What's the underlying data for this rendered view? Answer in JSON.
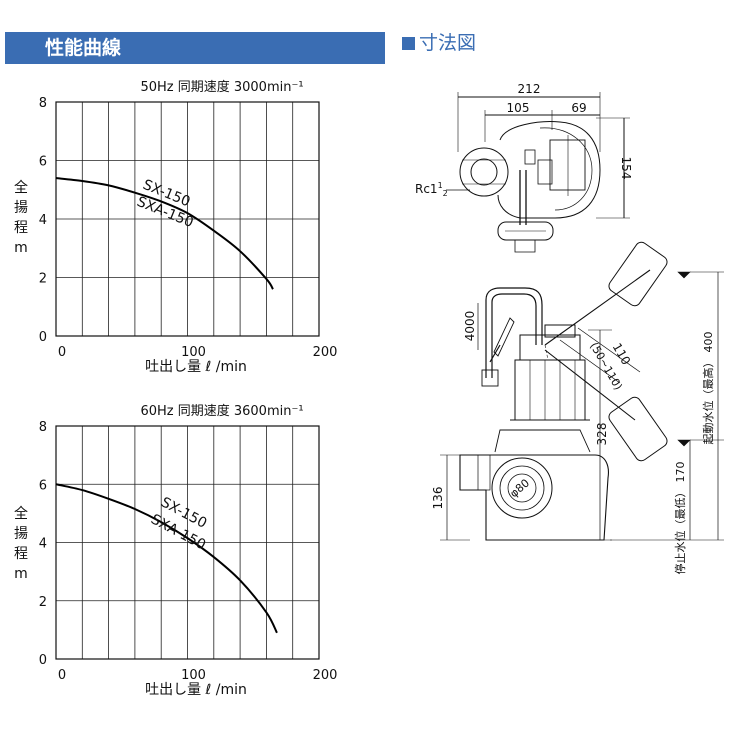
{
  "header": {
    "title": "性能曲線"
  },
  "dimension_section": {
    "title": "寸法図"
  },
  "chart_data": [
    {
      "type": "line",
      "title": "50Hz  同期速度 3000min⁻¹",
      "xlabel": "吐出し量  ℓ /min",
      "ylabel": [
        "全",
        "揚",
        "程",
        "m"
      ],
      "xlim": [
        0,
        200
      ],
      "ylim": [
        0,
        8
      ],
      "xticks": [
        0,
        100,
        200
      ],
      "yticks": [
        0,
        2,
        4,
        6,
        8
      ],
      "grid": true,
      "series": [
        {
          "name": "SX-150",
          "name2": "SXA-150",
          "x": [
            0,
            20,
            40,
            60,
            80,
            100,
            120,
            140,
            160,
            165
          ],
          "y": [
            5.4,
            5.3,
            5.15,
            4.9,
            4.6,
            4.2,
            3.6,
            2.9,
            1.95,
            1.6
          ]
        }
      ]
    },
    {
      "type": "line",
      "title": "60Hz  同期速度 3600min⁻¹",
      "xlabel": "吐出し量  ℓ /min",
      "ylabel": [
        "全",
        "揚",
        "程",
        "m"
      ],
      "xlim": [
        0,
        200
      ],
      "ylim": [
        0,
        8
      ],
      "xticks": [
        0,
        100,
        200
      ],
      "yticks": [
        0,
        2,
        4,
        6,
        8
      ],
      "grid": true,
      "series": [
        {
          "name": "SX-150",
          "name2": "SXA-150",
          "x": [
            0,
            20,
            40,
            60,
            80,
            100,
            120,
            140,
            160,
            168
          ],
          "y": [
            6.0,
            5.8,
            5.5,
            5.15,
            4.7,
            4.15,
            3.5,
            2.7,
            1.6,
            0.9
          ]
        }
      ]
    }
  ],
  "drawing": {
    "top_view": {
      "overall_width": "212",
      "left_width": "105",
      "right_width": "69",
      "depth": "154",
      "thread_label": "Rc1",
      "thread_sup": "1",
      "thread_sub": "2"
    },
    "side_view": {
      "cord_length": "4000",
      "float_arm": "110",
      "float_arm_range": "(50~110)",
      "body_height": "328",
      "base_height": "136",
      "outlet_diameter": "φ80",
      "start_level_label": "起動水位（最高）",
      "start_level_value": "400",
      "stop_level_label": "停止水位（最低）",
      "stop_level_value": "170"
    }
  }
}
